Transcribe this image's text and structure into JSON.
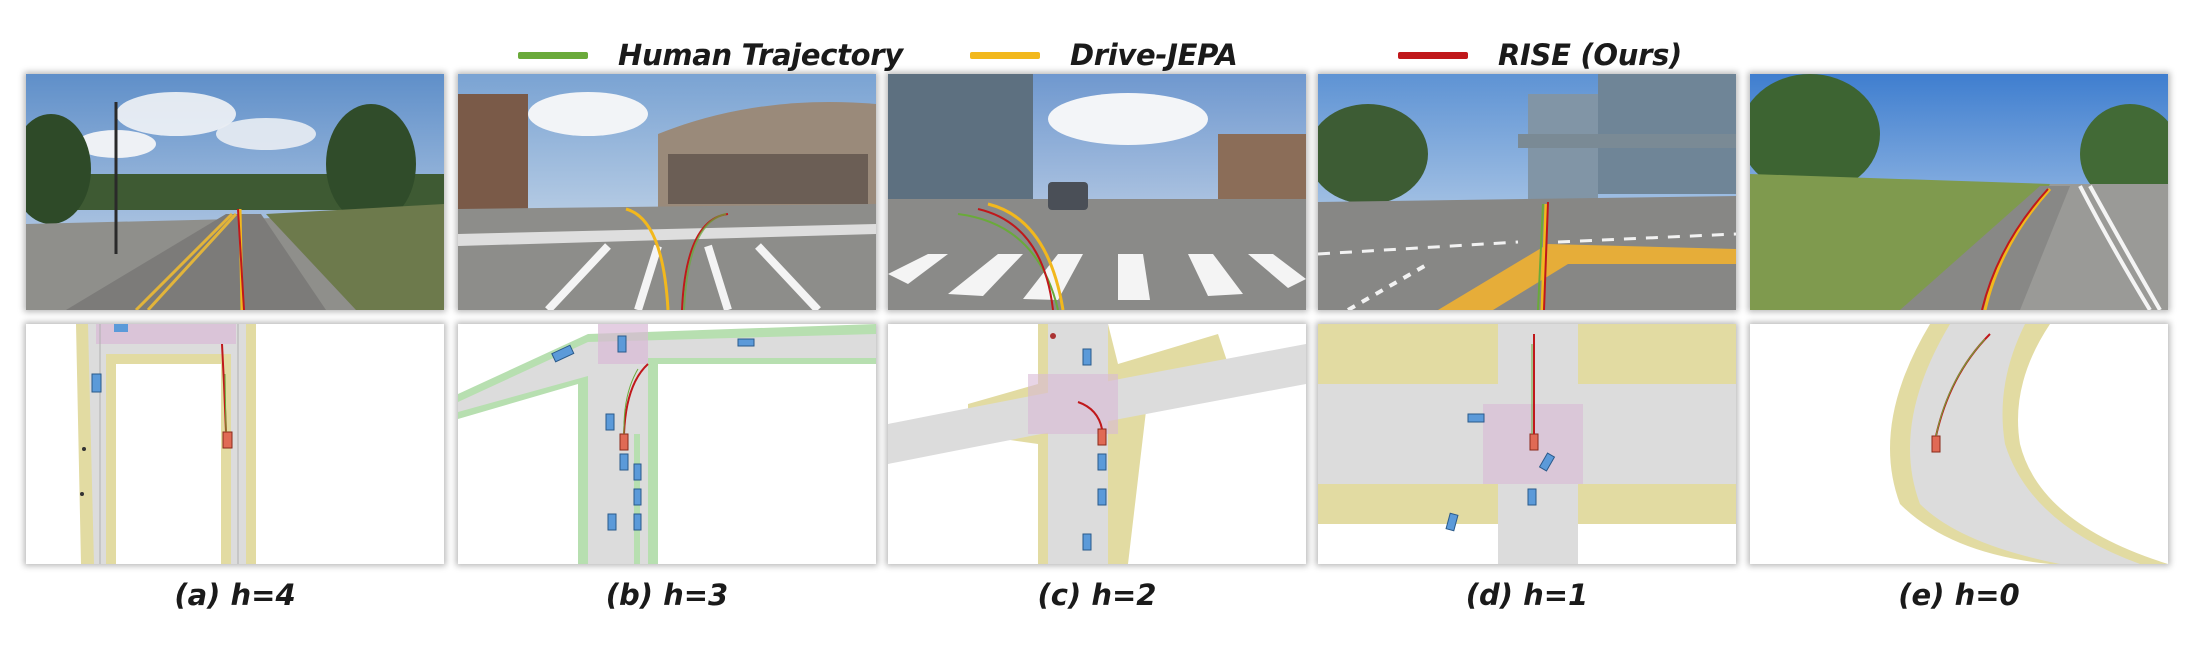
{
  "legend": {
    "items": [
      {
        "label": "Human Trajectory",
        "color": "#6aaa3a"
      },
      {
        "label": "Drive-JEPA",
        "color": "#f2b81d"
      },
      {
        "label": "RISE (Ours)",
        "color": "#c0181b"
      }
    ]
  },
  "columns": [
    {
      "caption": "(a) h=4"
    },
    {
      "caption": "(b) h=3"
    },
    {
      "caption": "(c) h=2"
    },
    {
      "caption": "(d) h=1"
    },
    {
      "caption": "(e) h=0"
    }
  ],
  "colors": {
    "road": "#dcdcdc",
    "sidewalk": "#e2dba2",
    "crosswalk": "#d9b9d6",
    "vehicle": "#5b9ad9",
    "ego": "#e06a55",
    "bike_lane": "#b7dfb0"
  }
}
